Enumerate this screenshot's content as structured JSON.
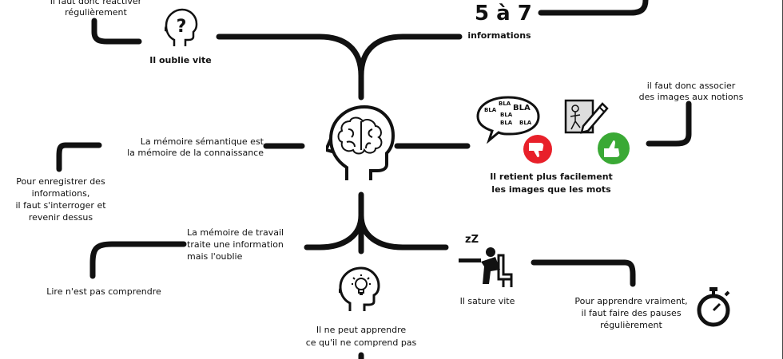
{
  "center": {
    "icon": "brain-head-icon"
  },
  "branches": {
    "top_left": {
      "top_text": "Il faut donc réactiver",
      "top_text_2": "régulièrement",
      "label": "Il oublie vite",
      "icon": "question-head-icon"
    },
    "top_right": {
      "number": "5 à 7",
      "label": "informations"
    },
    "right": {
      "bubble_words": [
        "BLA",
        "BLA",
        "BLA",
        "BLA",
        "BLA",
        "BLA"
      ],
      "caption_line1": "Il retient plus facilement",
      "caption_line2": "les images que les mots",
      "note_line1": "il faut donc associer",
      "note_line2": "des images aux notions",
      "icons": [
        "speech-bubble-icon",
        "thumbs-down-icon",
        "drawing-icon",
        "thumbs-up-icon"
      ]
    },
    "left": {
      "line1": "La mémoire sémantique est",
      "line2": "la mémoire de la connaissance",
      "sub_line1": "Pour enregistrer des",
      "sub_line2": "informations,",
      "sub_line3": "il faut s'interroger et",
      "sub_line4": "revenir dessus"
    },
    "bottom_left": {
      "line1": "La mémoire de travail",
      "line2": "traite une information",
      "line3": "mais l'oublie",
      "sub": "Lire n'est pas comprendre"
    },
    "bottom": {
      "line1": "Il ne peut apprendre",
      "line2": "ce qu'il ne comprend pas",
      "icon": "lightbulb-head-icon"
    },
    "bottom_right": {
      "label": "Il sature vite",
      "sleep_letters": "zZ",
      "note_line1": "Pour apprendre vraiment,",
      "note_line2": "il faut faire des pauses",
      "note_line3": "régulièrement",
      "icons": [
        "sleeping-person-icon",
        "stopwatch-icon"
      ]
    }
  },
  "colors": {
    "ink": "#111111",
    "thumb_down": "#e8202a",
    "thumb_up": "#3aa935"
  }
}
